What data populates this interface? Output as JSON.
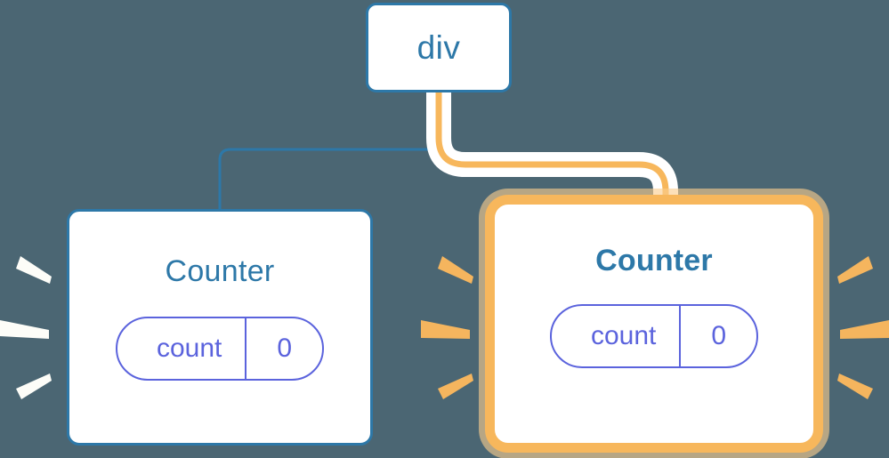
{
  "diagram": {
    "type": "component-tree",
    "background_color": "#4b6673",
    "description": "React component tree: a div parent with two Counter children, the right Counter highlighted as re-rendering"
  },
  "nodes": {
    "root": {
      "label": "div",
      "border_color": "#2d78a8",
      "text_color": "#2d78a8",
      "highlighted": "false"
    },
    "counter_left": {
      "label": "Counter",
      "border_color": "#2d78a8",
      "text_color": "#2d78a8",
      "highlighted": "false",
      "state": {
        "name": "count",
        "value": "0",
        "accent_color": "#5b63dd"
      }
    },
    "counter_right": {
      "label": "Counter",
      "border_color": "#f7b75c",
      "text_color": "#2d78a8",
      "highlighted": "true",
      "state": {
        "name": "count",
        "value": "0",
        "accent_color": "#5b63dd"
      }
    }
  },
  "connectors": {
    "left_edge": {
      "from": "div",
      "to": "Counter (left)",
      "color": "#2d78a8",
      "style": "thin"
    },
    "right_edge": {
      "from": "div",
      "to": "Counter (right)",
      "color": "#f7b75c",
      "halo_color": "#ffffff",
      "style": "highlighted"
    }
  },
  "sparkles": {
    "left_group": {
      "color": "#fdfdf8",
      "count": "3",
      "target": "Counter (left)"
    },
    "middle_group": {
      "color": "#f7b75c",
      "count": "3",
      "target": "Counter (right)"
    },
    "right_group": {
      "color": "#f7b75c",
      "count": "3",
      "target": "Counter (right)"
    }
  }
}
